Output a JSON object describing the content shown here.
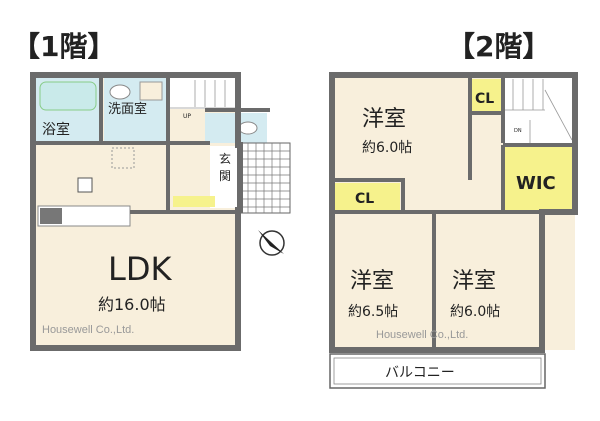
{
  "floor1": {
    "title": "【1階】",
    "rooms": {
      "bath": "浴室",
      "washroom": "洗面室",
      "entrance_1": "玄",
      "entrance_2": "関",
      "ldk": "LDK",
      "ldk_size": "約16.0帖",
      "stairs_up": "UP"
    },
    "watermark": "Housewell Co.,Ltd."
  },
  "floor2": {
    "title": "【2階】",
    "rooms": {
      "western_top": "洋室",
      "western_top_size": "約6.0帖",
      "closet_top": "CL",
      "wic": "WIC",
      "closet_left": "CL",
      "western_left": "洋室",
      "western_left_size": "約6.5帖",
      "western_right": "洋室",
      "western_right_size": "約6.0帖",
      "balcony": "バルコニー",
      "stairs_dn": "DN"
    },
    "watermark": "Housewell Co.,Ltd."
  },
  "colors": {
    "floor": "#f8efdc",
    "wet": "#d4ebf1",
    "closet": "#f6f28c",
    "wall": "#6b6b6b"
  }
}
